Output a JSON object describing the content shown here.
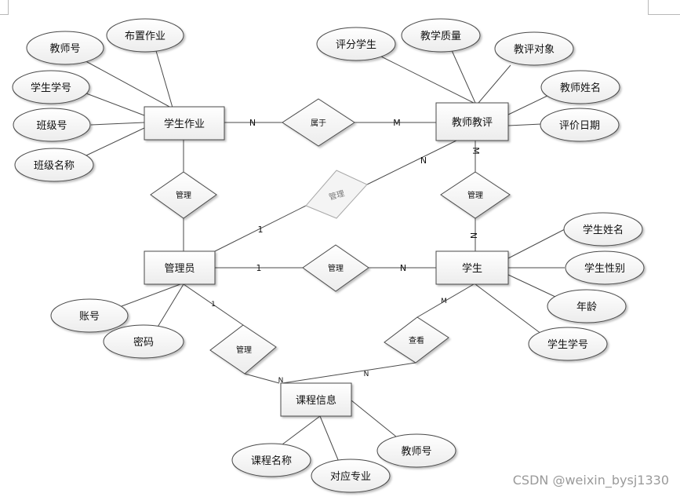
{
  "entities": {
    "homework": "学生作业",
    "teacher_eval": "教师教评",
    "admin": "管理员",
    "student": "学生",
    "course": "课程信息"
  },
  "relationships": {
    "belongs": "属于",
    "manage_homework": "管理",
    "manage_eval": "管理",
    "manage_student": "管理",
    "manage_eval_student": "管理",
    "manage_course": "管理",
    "view_course": "查看"
  },
  "attributes": {
    "teacher_id": "教师号",
    "assign_homework": "布置作业",
    "student_id": "学生学号",
    "class_id": "班级号",
    "class_name": "班级名称",
    "rated_student": "评分学生",
    "teaching_quality": "教学质量",
    "eval_target": "教评对象",
    "teacher_name": "教师姓名",
    "eval_date": "评价日期",
    "account": "账号",
    "password": "密码",
    "student_name": "学生姓名",
    "student_gender": "学生性别",
    "age": "年龄",
    "student_no": "学生学号",
    "course_name": "课程名称",
    "major": "对应专业",
    "course_teacher_id": "教师号"
  },
  "cardinality": {
    "n": "N",
    "m": "M",
    "one": "1"
  },
  "watermark": "CSDN @weixin_bysj1330"
}
